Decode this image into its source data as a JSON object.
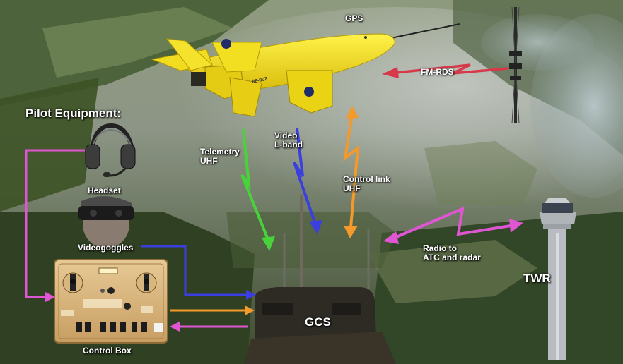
{
  "title": "Pilot Equipment:",
  "labels": {
    "gps": "GPS",
    "fm_rds": "FM-RDS",
    "telemetry": "Telemetry\nUHF",
    "video": "Video\nL-band",
    "control_link": "Control link\nUHF",
    "headset": "Headset",
    "videogoggles": "Videogoggles",
    "radio": "Radio to\nATC and radar",
    "twr": "TWR",
    "gcs": "GCS",
    "control_box": "Control Box"
  },
  "aircraft": {
    "tail_code": "88-002"
  },
  "colors": {
    "telemetry": "#49d33b",
    "video": "#3b3fe0",
    "control_link": "#f39a2a",
    "atc": "#e055d3",
    "fm_rds": "#d63a4a",
    "aircraft": "#f1d820"
  }
}
